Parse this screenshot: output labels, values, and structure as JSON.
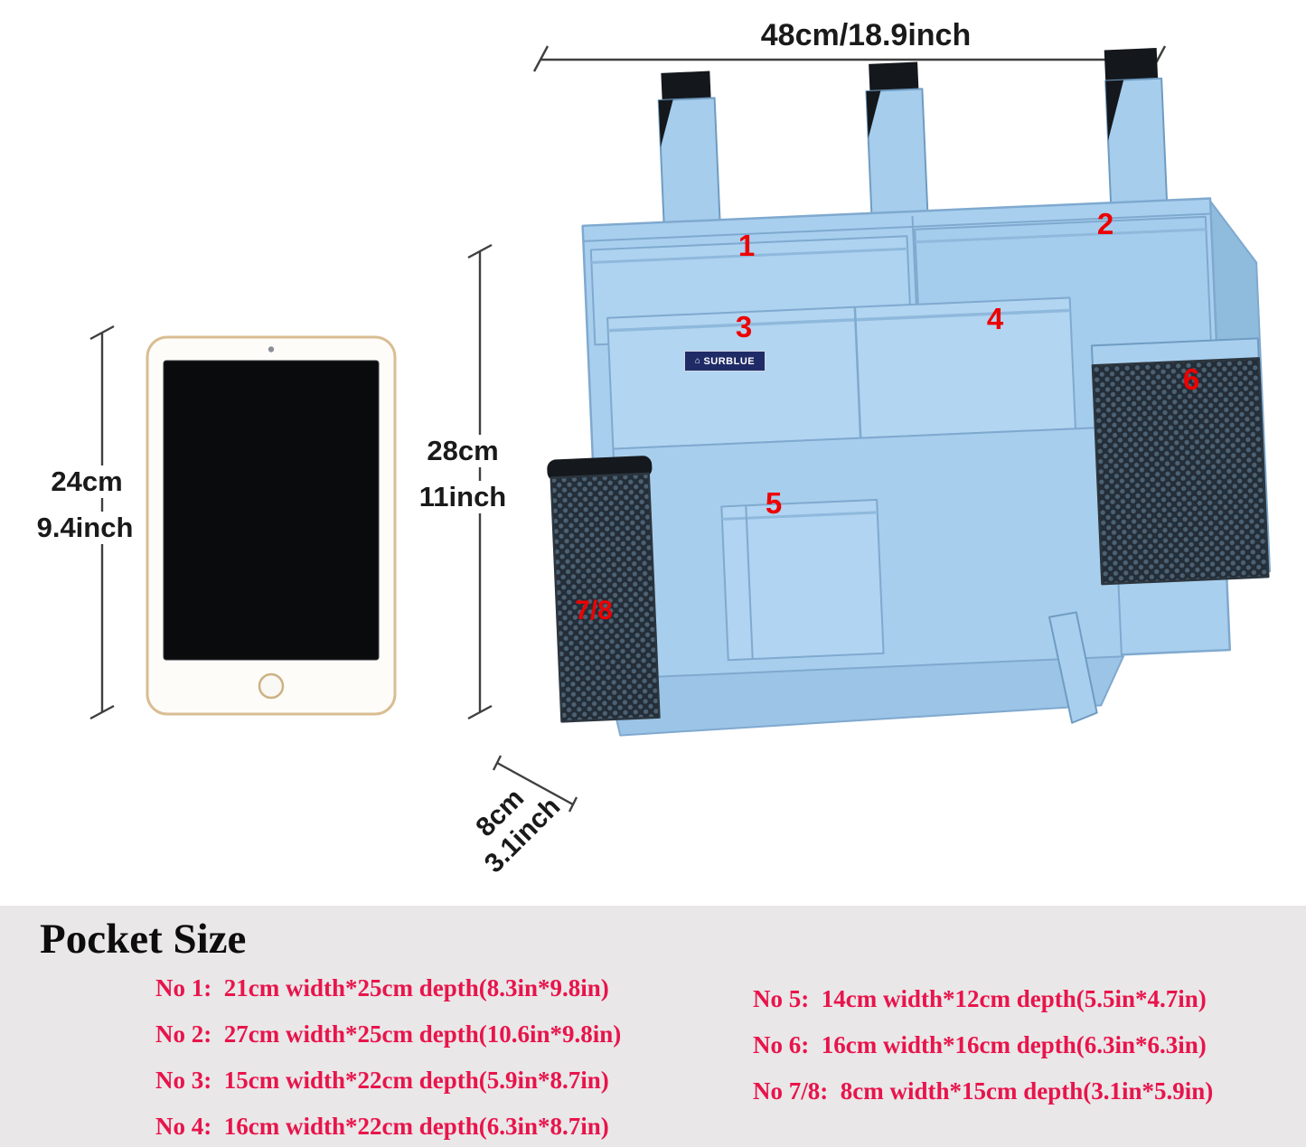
{
  "page": {
    "background": "#ffffff",
    "panel_background": "#e9e7e8"
  },
  "colors": {
    "fabric_blue": "#a9cfee",
    "fabric_blue_dark": "#8fbbdd",
    "pocket_number_red": "#ee0000",
    "list_text_pink_red": "#e8144b",
    "mesh_dark": "#242e38",
    "tablet_gold_edge": "#d9bd92"
  },
  "dimensions": {
    "width_label": "48cm/18.9inch",
    "organizer_height_cm": "28cm",
    "organizer_height_in": "11inch",
    "tablet_height_cm": "24cm",
    "tablet_height_in": "9.4inch",
    "depth_cm": "8cm",
    "depth_in": "3.1inch"
  },
  "organizer": {
    "brand": {
      "label": "SURBLUE",
      "icon": "house-icon",
      "icon_glyph": "⌂"
    },
    "pocket_numbers": [
      "1",
      "2",
      "3",
      "4",
      "5",
      "6",
      "7/8"
    ]
  },
  "pocket_size": {
    "title": "Pocket Size",
    "left_column": [
      "No 1:  21cm width*25cm depth(8.3in*9.8in)",
      "No 2:  27cm width*25cm depth(10.6in*9.8in)",
      "No 3:  15cm width*22cm depth(5.9in*8.7in)",
      "No 4:  16cm width*22cm depth(6.3in*8.7in)"
    ],
    "right_column": [
      "No 5:  14cm width*12cm depth(5.5in*4.7in)",
      "No 6:  16cm width*16cm depth(6.3in*6.3in)",
      "No 7/8:  8cm width*15cm depth(3.1in*5.9in)"
    ]
  }
}
